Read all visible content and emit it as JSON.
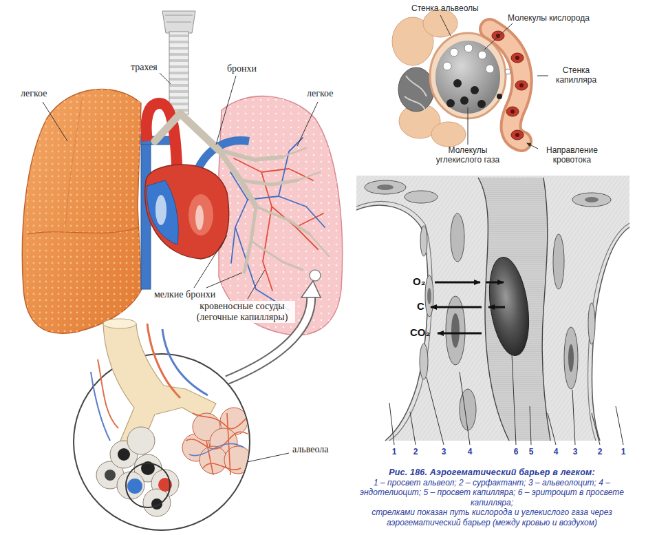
{
  "diagram": {
    "caption": "Рис. 186. Аэрогематический барьер в легком:",
    "labels": [
      "трахея",
      "бронхи",
      "легкое",
      "легкое",
      "мелкие бронхи",
      "кровеносные сосуды (легочные капилляры)",
      "альвеола",
      "Стенка альвеолы",
      "Молекулы кислорода",
      "Стенка капилляра",
      "Молекулы углекислого газа",
      "Направление кровотока",
      "O₂",
      "C",
      "CO₂",
      "1",
      "2",
      "3",
      "4",
      "6",
      "5",
      "4",
      "3",
      "2",
      "1",
      "1 – просвет альвеол; 2 – сурфактант; 3 – альвеолоцит; 4 – эндотелиоцит; 5 – просвет капилляра; 6 – эритроцит в просвете капилляра;",
      "стрелками показан путь кислорода и углекислого газа через аэрогематический барьер (между кровью и воздухом)"
    ]
  }
}
